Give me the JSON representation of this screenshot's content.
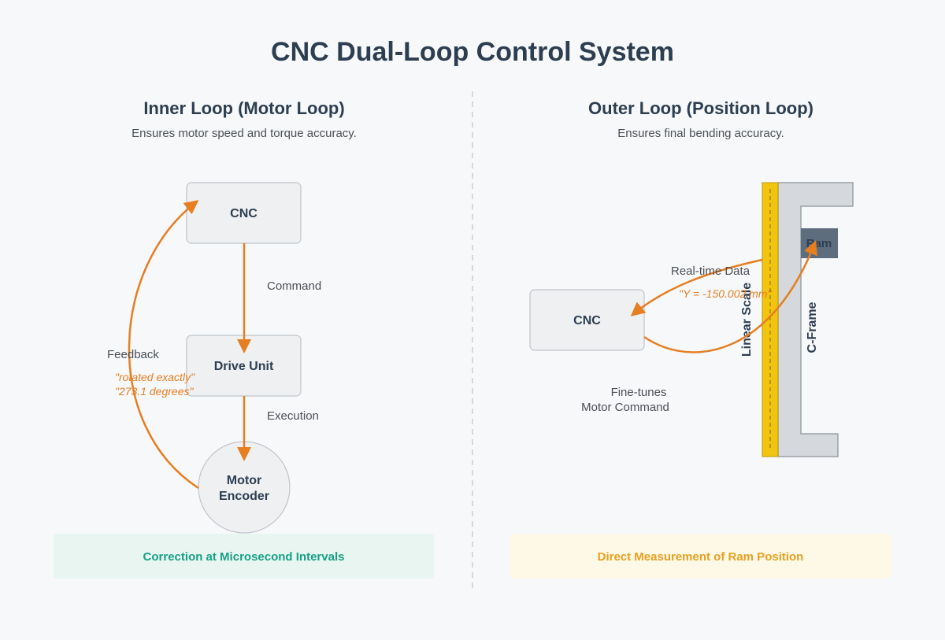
{
  "title": "CNC Dual-Loop Control System",
  "inner": {
    "heading": "Inner Loop (Motor Loop)",
    "description": "Ensures motor speed and torque accuracy.",
    "cnc_label": "CNC",
    "drive_label": "Drive Unit",
    "motor_label_line1": "Motor",
    "motor_label_line2": "Encoder",
    "command_label": "Command",
    "execution_label": "Execution",
    "feedback_label": "Feedback",
    "feedback_quote_line1": "\"rotated exactly\"",
    "feedback_quote_line2": "\"273.1 degrees\"",
    "banner": "Correction at Microsecond Intervals"
  },
  "outer": {
    "heading": "Outer Loop (Position Loop)",
    "description": "Ensures final bending accuracy.",
    "cnc_label": "CNC",
    "realtime_label": "Real-time Data",
    "realtime_quote": "\"Y = -150.002 mm\"",
    "finetune_line1": "Fine-tunes",
    "finetune_line2": "Motor Command",
    "linear_scale_label": "Linear Scale",
    "cframe_label": "C-Frame",
    "ram_label": "Ram",
    "banner": "Direct Measurement of Ram Position"
  },
  "colors": {
    "accent": "#e67e22",
    "scale": "#f1c40f",
    "ram": "#5d6d7e",
    "green_banner_bg": "#e8f5f1",
    "yellow_banner_bg": "#fef8e6"
  }
}
